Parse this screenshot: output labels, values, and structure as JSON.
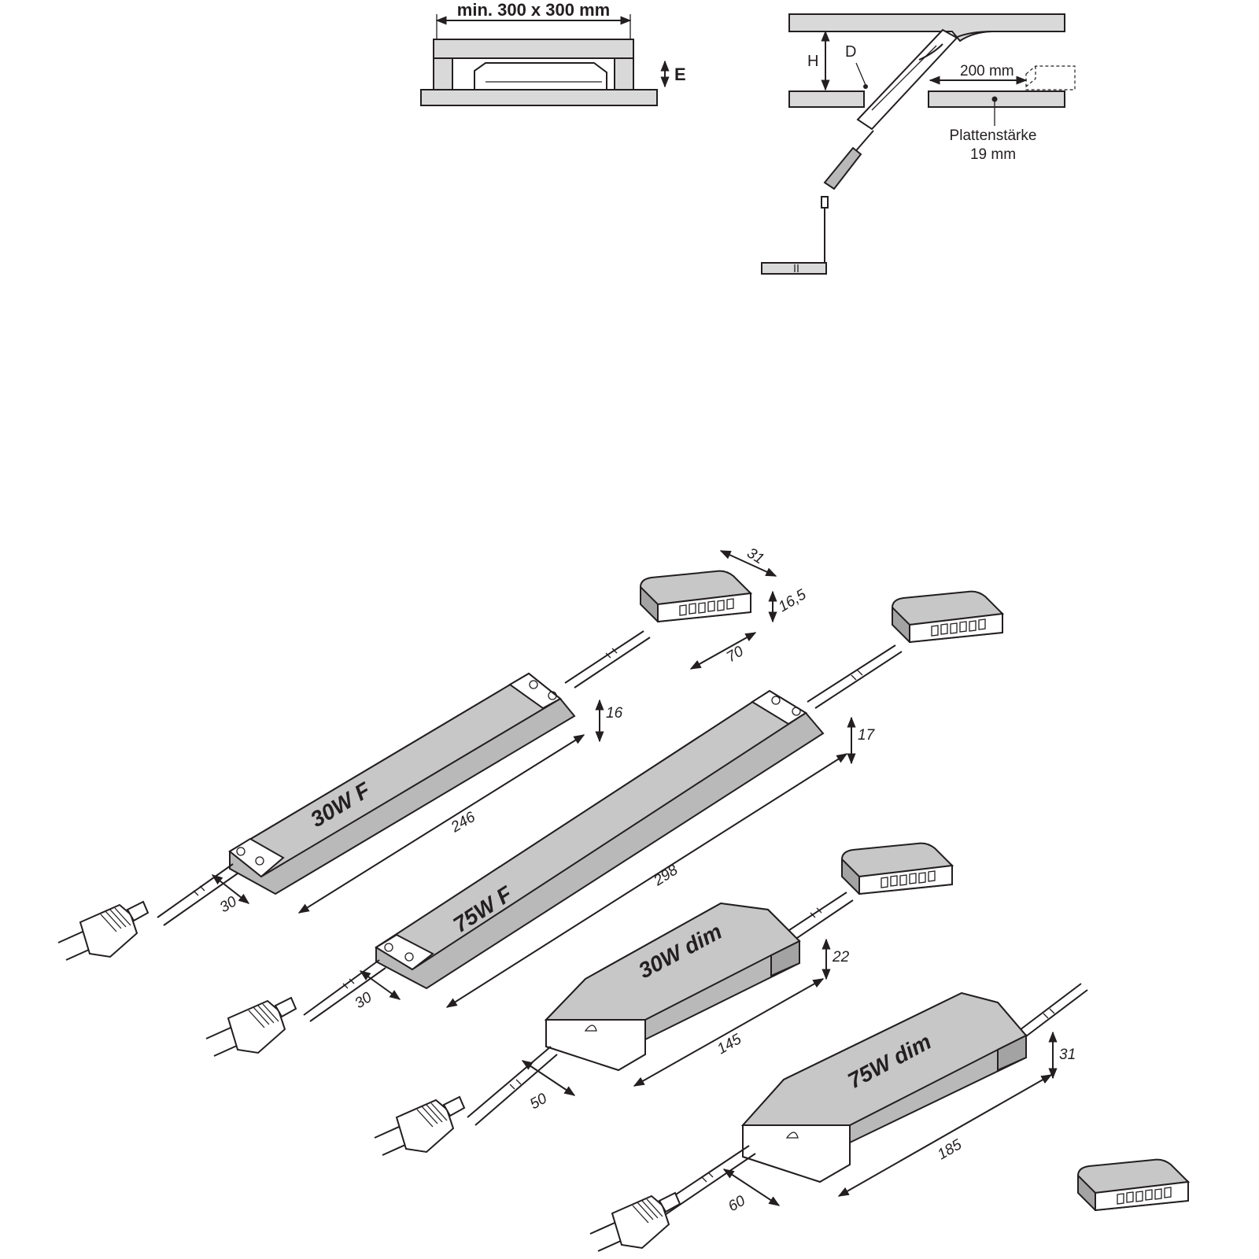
{
  "installation": {
    "flat": {
      "min_size_label": "min. 300 x 300 mm",
      "e_label": "E"
    },
    "tilted": {
      "h_label": "H",
      "d_label": "D",
      "distance_label": "200 mm",
      "thickness_label": "Plattenstärke",
      "thickness_value": "19 mm"
    }
  },
  "products": [
    {
      "name": "30W F",
      "length": "246",
      "height": "16",
      "cable": "30"
    },
    {
      "name": "75W F",
      "length": "298",
      "height": "17",
      "cable": "30"
    },
    {
      "name": "30W dim",
      "length": "145",
      "height": "22",
      "cable": "50"
    },
    {
      "name": "75W dim",
      "length": "185",
      "height": "31",
      "cable": "60"
    }
  ],
  "distributor": {
    "width": "31",
    "height": "16,5",
    "length": "70"
  },
  "colors": {
    "line": "#231f20",
    "fill": "#b9b9b9",
    "panel": "#d9d9d9"
  }
}
